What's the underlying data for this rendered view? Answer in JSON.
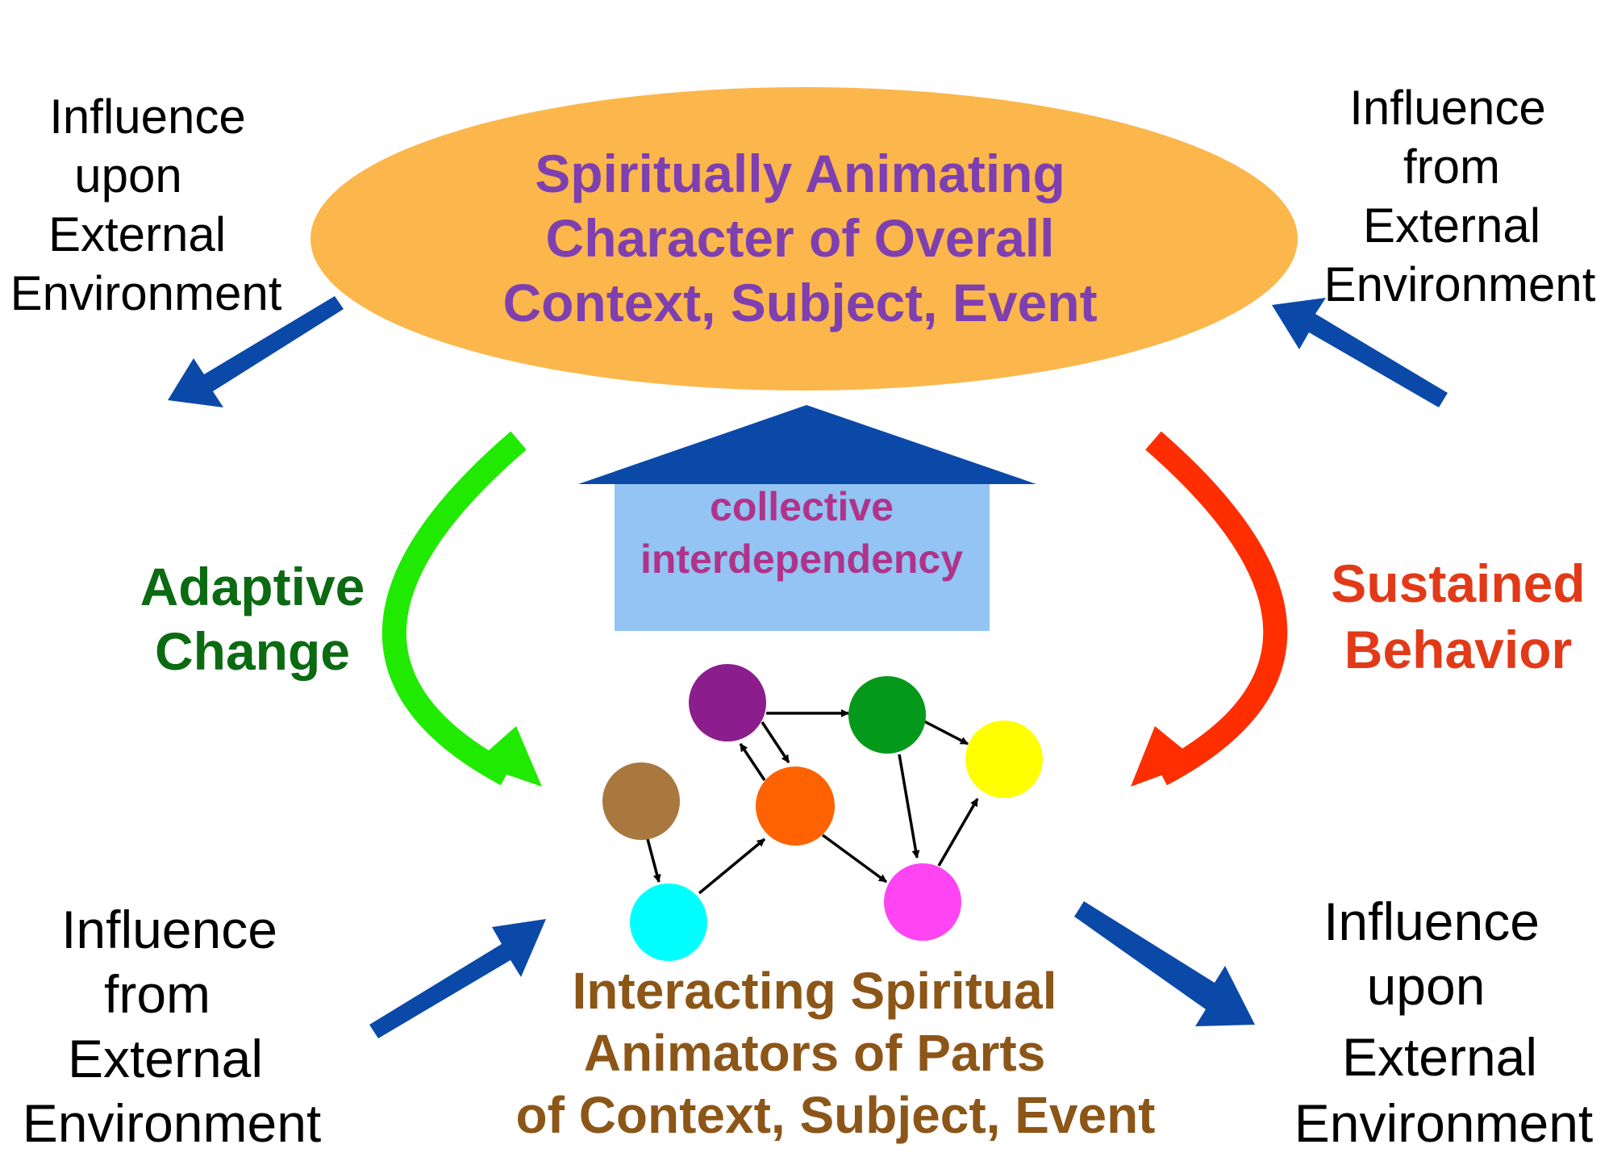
{
  "top_ellipse": {
    "lines": [
      "Spiritually Animating",
      "Character of Overall",
      "Context, Subject, Event"
    ],
    "fill": "#fbb64c",
    "text_color": "#7e3fb0"
  },
  "bottom_label": {
    "lines": [
      "Interacting Spiritual",
      "Animators of Parts",
      "of Context, Subject, Event"
    ],
    "text_color": "#8c5618"
  },
  "collective": {
    "lines": [
      "collective",
      "interdependency"
    ],
    "text_color": "#b0338a",
    "box_fill": "#93c4f3",
    "arrow_fill": "#0a49a8"
  },
  "adaptive": {
    "lines": [
      "Adaptive",
      "Change"
    ],
    "text_color": "#0b6a12",
    "arrow_color": "#1fea00"
  },
  "sustained": {
    "lines": [
      "Sustained",
      "Behavior"
    ],
    "text_color": "#e23a18",
    "arrow_color": "#ff2e00"
  },
  "influences": {
    "top_left": [
      "Influence",
      "upon",
      "External",
      "Environment"
    ],
    "top_right": [
      "Influence",
      "from",
      "External",
      "Environment"
    ],
    "bottom_left": [
      "Influence",
      "from",
      "External",
      "Environment"
    ],
    "bottom_right": [
      "Influence",
      "upon",
      "External",
      "Environment"
    ],
    "arrow_color": "#0a49a8"
  },
  "nodes": [
    {
      "name": "purple",
      "color": "#8b1e8c"
    },
    {
      "name": "green",
      "color": "#04991a"
    },
    {
      "name": "yellow",
      "color": "#ffff00"
    },
    {
      "name": "orange",
      "color": "#ff6200"
    },
    {
      "name": "brown",
      "color": "#a8783f"
    },
    {
      "name": "cyan",
      "color": "#00ffff"
    },
    {
      "name": "magenta",
      "color": "#ff45f3"
    }
  ]
}
